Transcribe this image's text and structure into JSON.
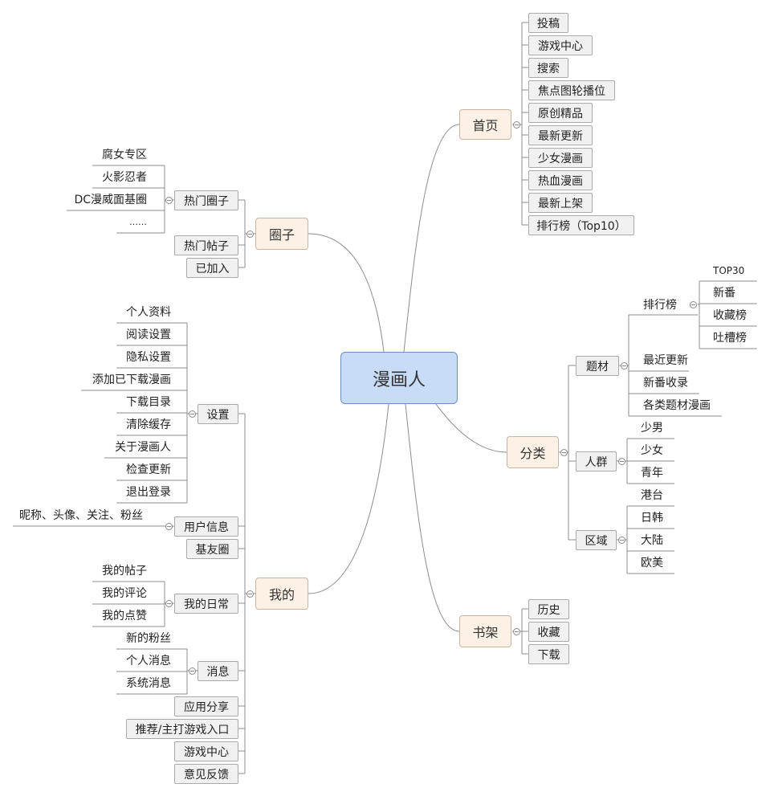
{
  "root": "漫画人",
  "branches": {
    "home": {
      "label": "首页",
      "items": [
        "投稿",
        "游戏中心",
        "搜索",
        "焦点图轮播位",
        "原创精品",
        "最新更新",
        "少女漫画",
        "热血漫画",
        "最新上架",
        "排行榜（Top10）"
      ]
    },
    "circle": {
      "label": "圈子",
      "hot_circle": {
        "label": "热门圈子",
        "items": [
          "腐女专区",
          "火影忍者",
          "DC漫威面基圈",
          "……"
        ]
      },
      "hot_post": "热门帖子",
      "joined": "已加入"
    },
    "category": {
      "label": "分类",
      "theme": {
        "label": "题材",
        "ranking": {
          "label": "排行榜",
          "items": [
            "TOP30",
            "新番",
            "收藏榜",
            "吐槽榜"
          ]
        },
        "items": [
          "最近更新",
          "新番收录",
          "各类题材漫画"
        ]
      },
      "audience": {
        "label": "人群",
        "items": [
          "少男",
          "少女",
          "青年"
        ]
      },
      "region": {
        "label": "区域",
        "items": [
          "港台",
          "日韩",
          "大陆",
          "欧美"
        ]
      }
    },
    "bookshelf": {
      "label": "书架",
      "items": [
        "历史",
        "收藏",
        "下载"
      ]
    },
    "mine": {
      "label": "我的",
      "settings": {
        "label": "设置",
        "items": [
          "个人资料",
          "阅读设置",
          "隐私设置",
          "添加已下载漫画",
          "下载目录",
          "清除缓存",
          "关于漫画人",
          "检查更新",
          "退出登录"
        ]
      },
      "user_info": {
        "label": "用户信息",
        "items": [
          "昵称、头像、关注、粉丝"
        ]
      },
      "friends": "基友圈",
      "daily": {
        "label": "我的日常",
        "items": [
          "我的帖子",
          "我的评论",
          "我的点赞"
        ]
      },
      "messages": {
        "label": "消息",
        "items": [
          "新的粉丝",
          "个人消息",
          "系统消息"
        ]
      },
      "share": "应用分享",
      "recommend": "推荐/主打游戏入口",
      "game_center": "游戏中心",
      "feedback": "意见反馈"
    }
  }
}
